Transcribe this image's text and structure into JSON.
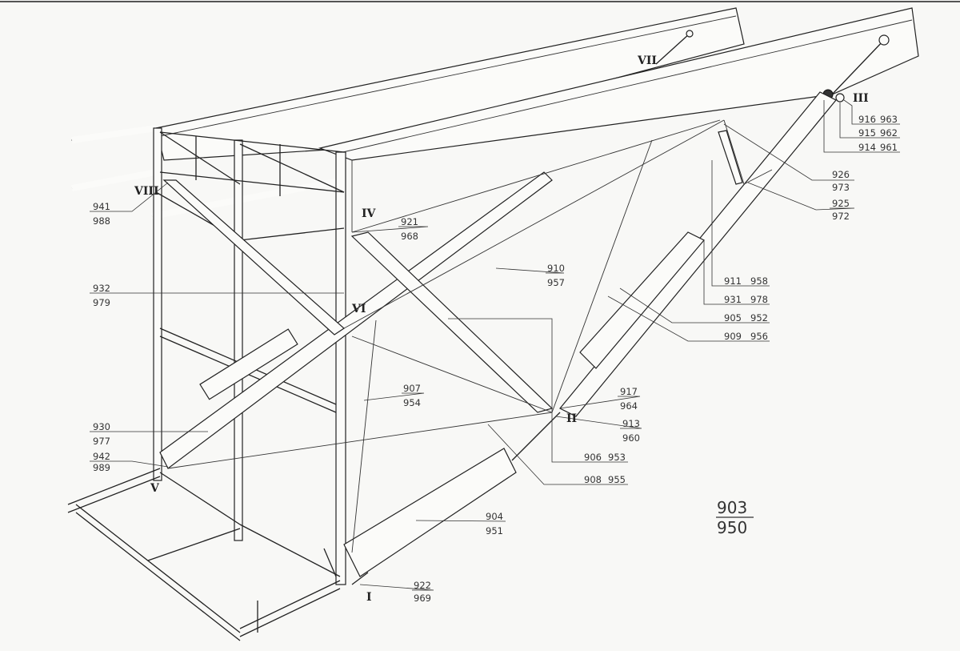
{
  "title_fraction": {
    "num": "903",
    "den": "950"
  },
  "stations": {
    "I": "I",
    "II": "II",
    "III": "III",
    "IV": "IV",
    "V": "V",
    "VI": "VI",
    "VII": "VII",
    "VIII": "VIII"
  },
  "fractions": {
    "f941": {
      "num": "941",
      "den": "988"
    },
    "f921": {
      "num": "921",
      "den": "968"
    },
    "f910": {
      "num": "910",
      "den": "957"
    },
    "f932": {
      "num": "932",
      "den": "979"
    },
    "f907": {
      "num": "907",
      "den": "954"
    },
    "f917": {
      "num": "917",
      "den": "964"
    },
    "f913": {
      "num": "913",
      "den": "960"
    },
    "f930": {
      "num": "930",
      "den": "977"
    },
    "f942": {
      "num": "942",
      "den": "989"
    },
    "f904": {
      "num": "904",
      "den": "951"
    },
    "f922": {
      "num": "922",
      "den": "969"
    },
    "f926": {
      "num": "926",
      "den": "973"
    },
    "f925": {
      "num": "925",
      "den": "972"
    }
  },
  "pairs": {
    "p916": {
      "a": "916",
      "b": "963"
    },
    "p915": {
      "a": "915",
      "b": "962"
    },
    "p914": {
      "a": "914",
      "b": "961"
    },
    "p911": {
      "a": "911",
      "b": "958"
    },
    "p931": {
      "a": "931",
      "b": "978"
    },
    "p905": {
      "a": "905",
      "b": "952"
    },
    "p909": {
      "a": "909",
      "b": "956"
    },
    "p906": {
      "a": "906",
      "b": "953"
    },
    "p908": {
      "a": "908",
      "b": "955"
    }
  }
}
